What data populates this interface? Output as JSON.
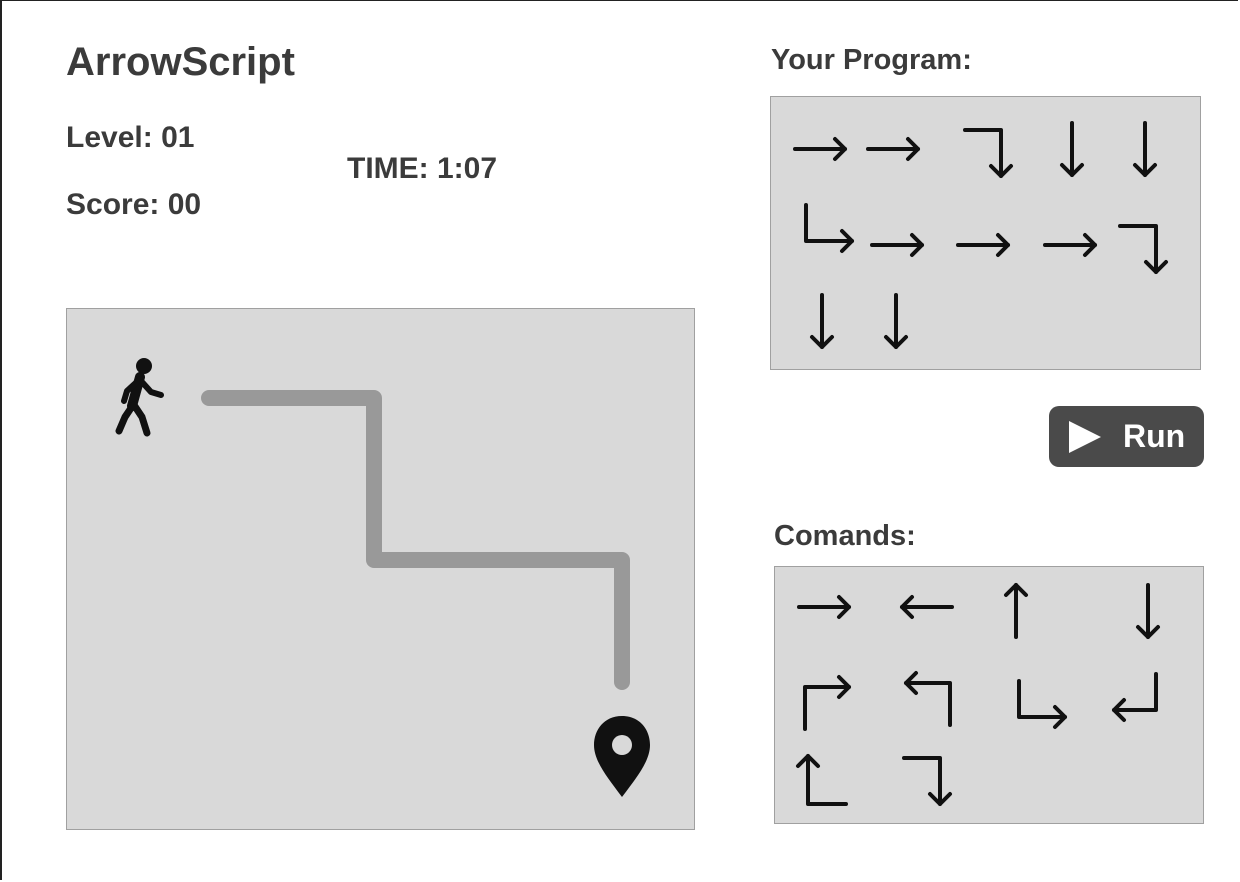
{
  "app": {
    "title": "ArrowScript"
  },
  "stats": {
    "level_label": "Level:",
    "level_value": "01",
    "score_label": "Score:",
    "score_value": "00",
    "time_label": "TIME:",
    "time_value": "1:07"
  },
  "program": {
    "heading": "Your Program:",
    "commands": [
      "right",
      "right",
      "right-then-down",
      "down",
      "down",
      "down-then-right",
      "right",
      "right",
      "right",
      "right-then-down",
      "down",
      "down"
    ]
  },
  "run": {
    "label": "Run",
    "icon": "play-icon"
  },
  "commands_palette": {
    "heading": "Comands:",
    "items": [
      "right",
      "left",
      "up",
      "down",
      "up-then-right",
      "up-then-left",
      "down-then-right",
      "right-up-then-left",
      "left-then-up",
      "right-then-down"
    ]
  },
  "board": {
    "player_icon": "walking-person-icon",
    "goal_icon": "location-pin-icon"
  },
  "colors": {
    "panel": "#d9d9d9",
    "path": "#999999",
    "button": "#4a4a4a",
    "text": "#3b3b3b"
  }
}
